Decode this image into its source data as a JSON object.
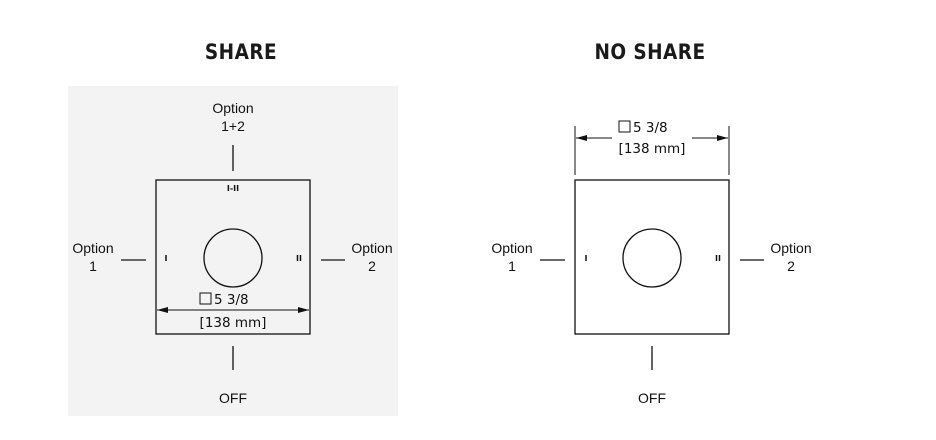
{
  "share": {
    "title": "SHARE",
    "top_label_line1": "Option",
    "top_label_line2": "1+2",
    "top_tick": "I-II",
    "left_label_line1": "Option",
    "left_label_line2": "1",
    "left_tick": "I",
    "right_label_line1": "Option",
    "right_label_line2": "2",
    "right_tick": "II",
    "bottom_label": "OFF",
    "dim_imperial": "5 3/8",
    "dim_metric": "[138 mm]"
  },
  "no_share": {
    "title": "NO SHARE",
    "left_label_line1": "Option",
    "left_label_line2": "1",
    "left_tick": "I",
    "right_label_line1": "Option",
    "right_label_line2": "2",
    "right_tick": "II",
    "bottom_label": "OFF",
    "dim_imperial": "5 3/8",
    "dim_metric": "[138 mm]"
  },
  "colors": {
    "ink": "#111111",
    "panel_background": "#f3f3f3"
  },
  "icons": {
    "dimension_symbol": "square-outline-icon"
  }
}
